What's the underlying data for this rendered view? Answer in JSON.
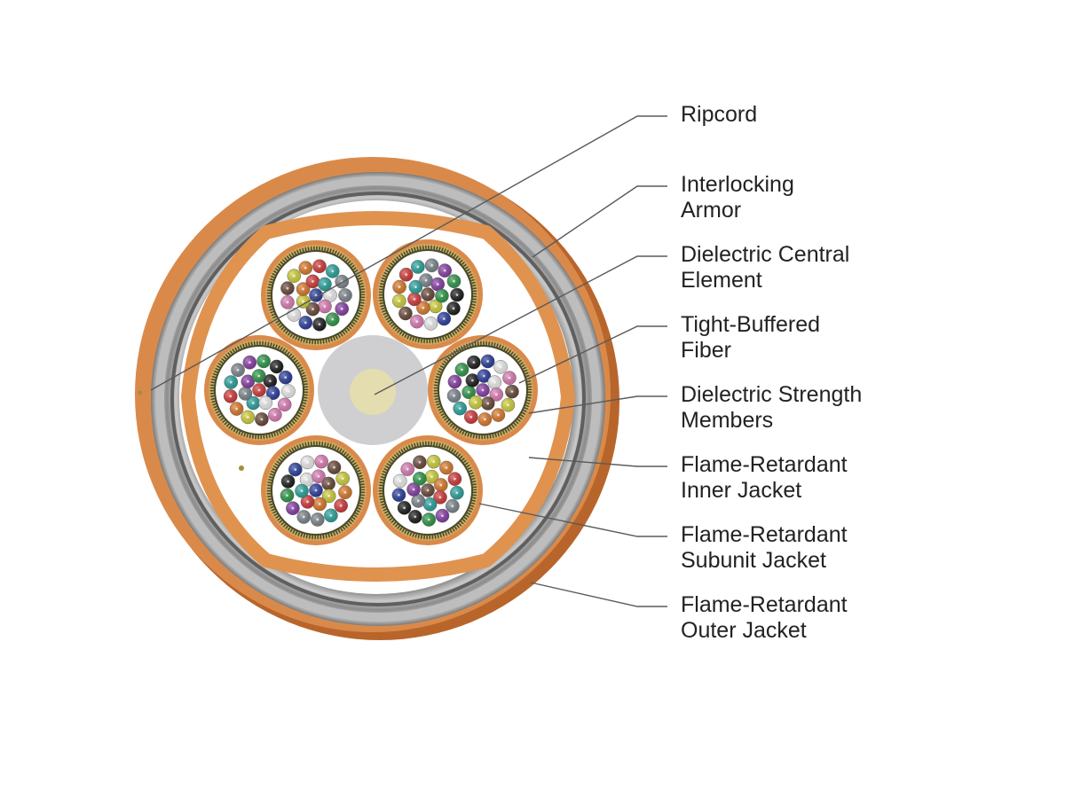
{
  "labels": [
    {
      "id": "ripcord",
      "lines": [
        "Ripcord"
      ]
    },
    {
      "id": "interlocking-armor",
      "lines": [
        "Interlocking",
        "Armor"
      ]
    },
    {
      "id": "dielectric-central-element",
      "lines": [
        "Dielectric Central",
        "Element"
      ]
    },
    {
      "id": "tight-buffered-fiber",
      "lines": [
        "Tight-Buffered",
        "Fiber"
      ]
    },
    {
      "id": "dielectric-strength-members",
      "lines": [
        "Dielectric Strength",
        "Members"
      ]
    },
    {
      "id": "flame-retardant-inner-jacket",
      "lines": [
        "Flame-Retardant",
        "Inner Jacket"
      ]
    },
    {
      "id": "flame-retardant-subunit-jacket",
      "lines": [
        "Flame-Retardant",
        "Subunit Jacket"
      ]
    },
    {
      "id": "flame-retardant-outer-jacket",
      "lines": [
        "Flame-Retardant",
        "Outer Jacket"
      ]
    }
  ],
  "colors": {
    "outer_jacket": "#d98a4a",
    "outer_jacket_edge": "#b8652b",
    "armor": "#9a9a9a",
    "armor_dark": "#6f6f6f",
    "armor_light": "#c9c9c9",
    "inner_jacket": "#e0924f",
    "subunit_jacket": "#d98a4a",
    "strength_members": "#c9b46a",
    "central_element": "#cfcfd1",
    "central_core": "#e3ddb0",
    "fiber_palette": [
      "#2c3fa0",
      "#e07b2a",
      "#2e9a4a",
      "#6b4a3a",
      "#7f8890",
      "#f2f2f2",
      "#d63a3a",
      "#1c1c1c",
      "#d4d43a",
      "#8a3fa8",
      "#e07fb8",
      "#2aa6a0"
    ]
  }
}
